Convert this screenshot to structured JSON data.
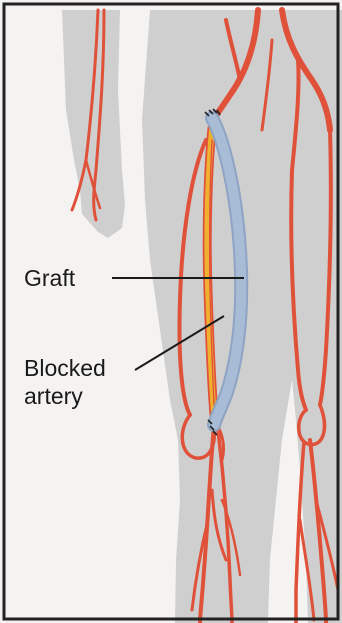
{
  "labels": {
    "graft": "Graft",
    "blocked_line1": "Blocked",
    "blocked_line2": "artery"
  },
  "colors": {
    "background": "#f5f3f1",
    "body": "#cfcfcf",
    "body_shadow": "#c4c4c4",
    "artery": "#e0513a",
    "artery_dark": "#c8402c",
    "graft": "#a9bcd6",
    "graft_edge": "#8ea4c4",
    "blocked": "#f0b030",
    "frame": "#222222",
    "leader_line": "#1a1a1a"
  },
  "icons": {
    "suture_marks": "stitch-icon"
  }
}
